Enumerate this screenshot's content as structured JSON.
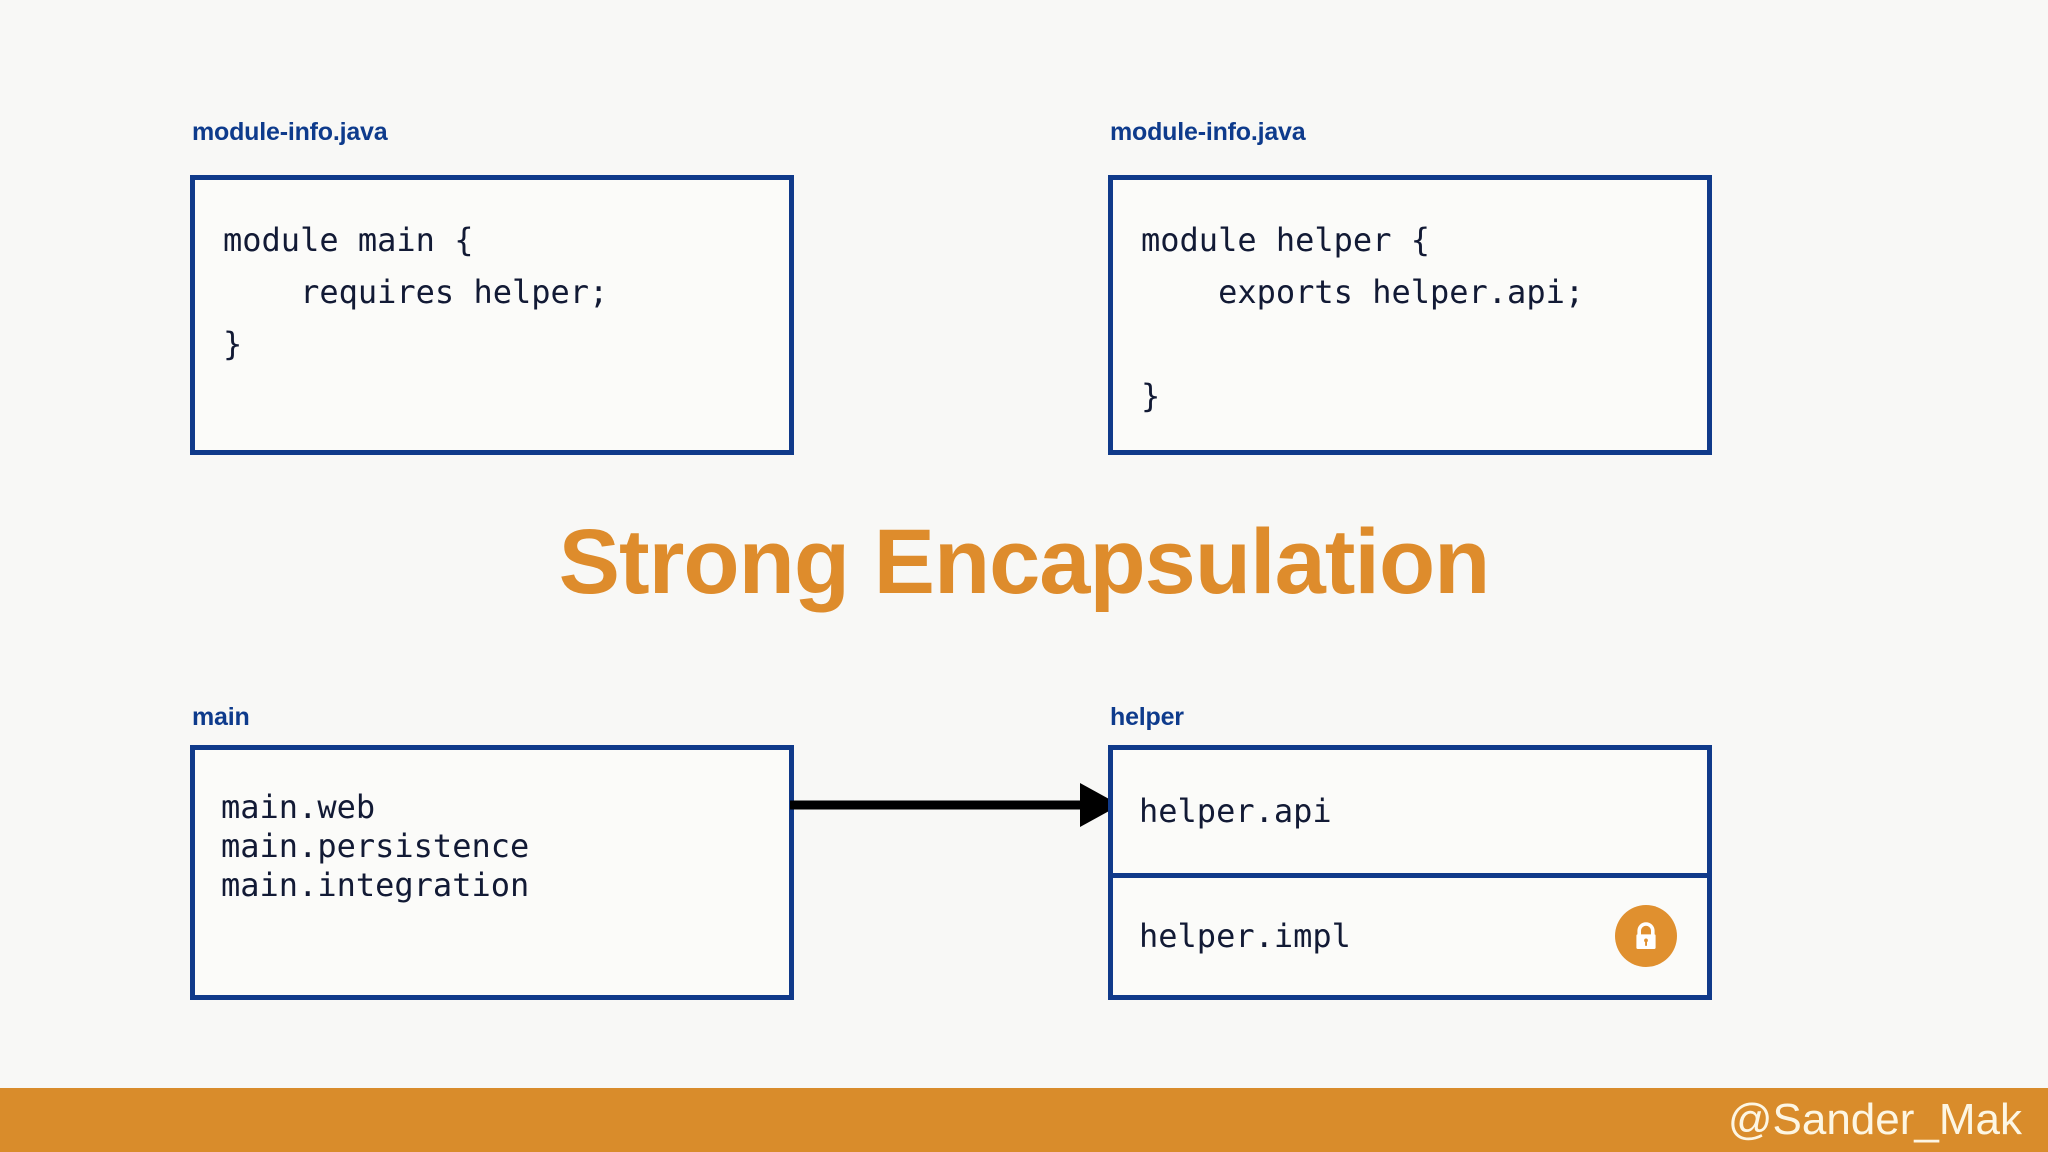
{
  "slide": {
    "title": "Strong Encapsulation",
    "background_color": "#f8f8f6",
    "accent_color": "#de8c2c",
    "border_color": "#103a8a",
    "label_color": "#0e3b8c"
  },
  "code_panels": [
    {
      "caption": "module-info.java",
      "code": "module main {\n    requires helper;\n}"
    },
    {
      "caption": "module-info.java",
      "code": "module helper {\n    exports helper.api;\n\n}"
    }
  ],
  "modules": [
    {
      "caption": "main",
      "packages": "main.web\nmain.persistence\nmain.integration"
    },
    {
      "caption": "helper",
      "compartments": [
        {
          "package": "helper.api",
          "locked": false
        },
        {
          "package": "helper.impl",
          "locked": true,
          "lock_icon": "lock-icon"
        }
      ]
    }
  ],
  "arrow": {
    "name": "requires-arrow",
    "from": "main",
    "to": "helper",
    "color": "#000000"
  },
  "footer": {
    "handle": "@Sander_Mak",
    "bar_color": "#d98c2b",
    "text_color": "#fdf6e3"
  }
}
